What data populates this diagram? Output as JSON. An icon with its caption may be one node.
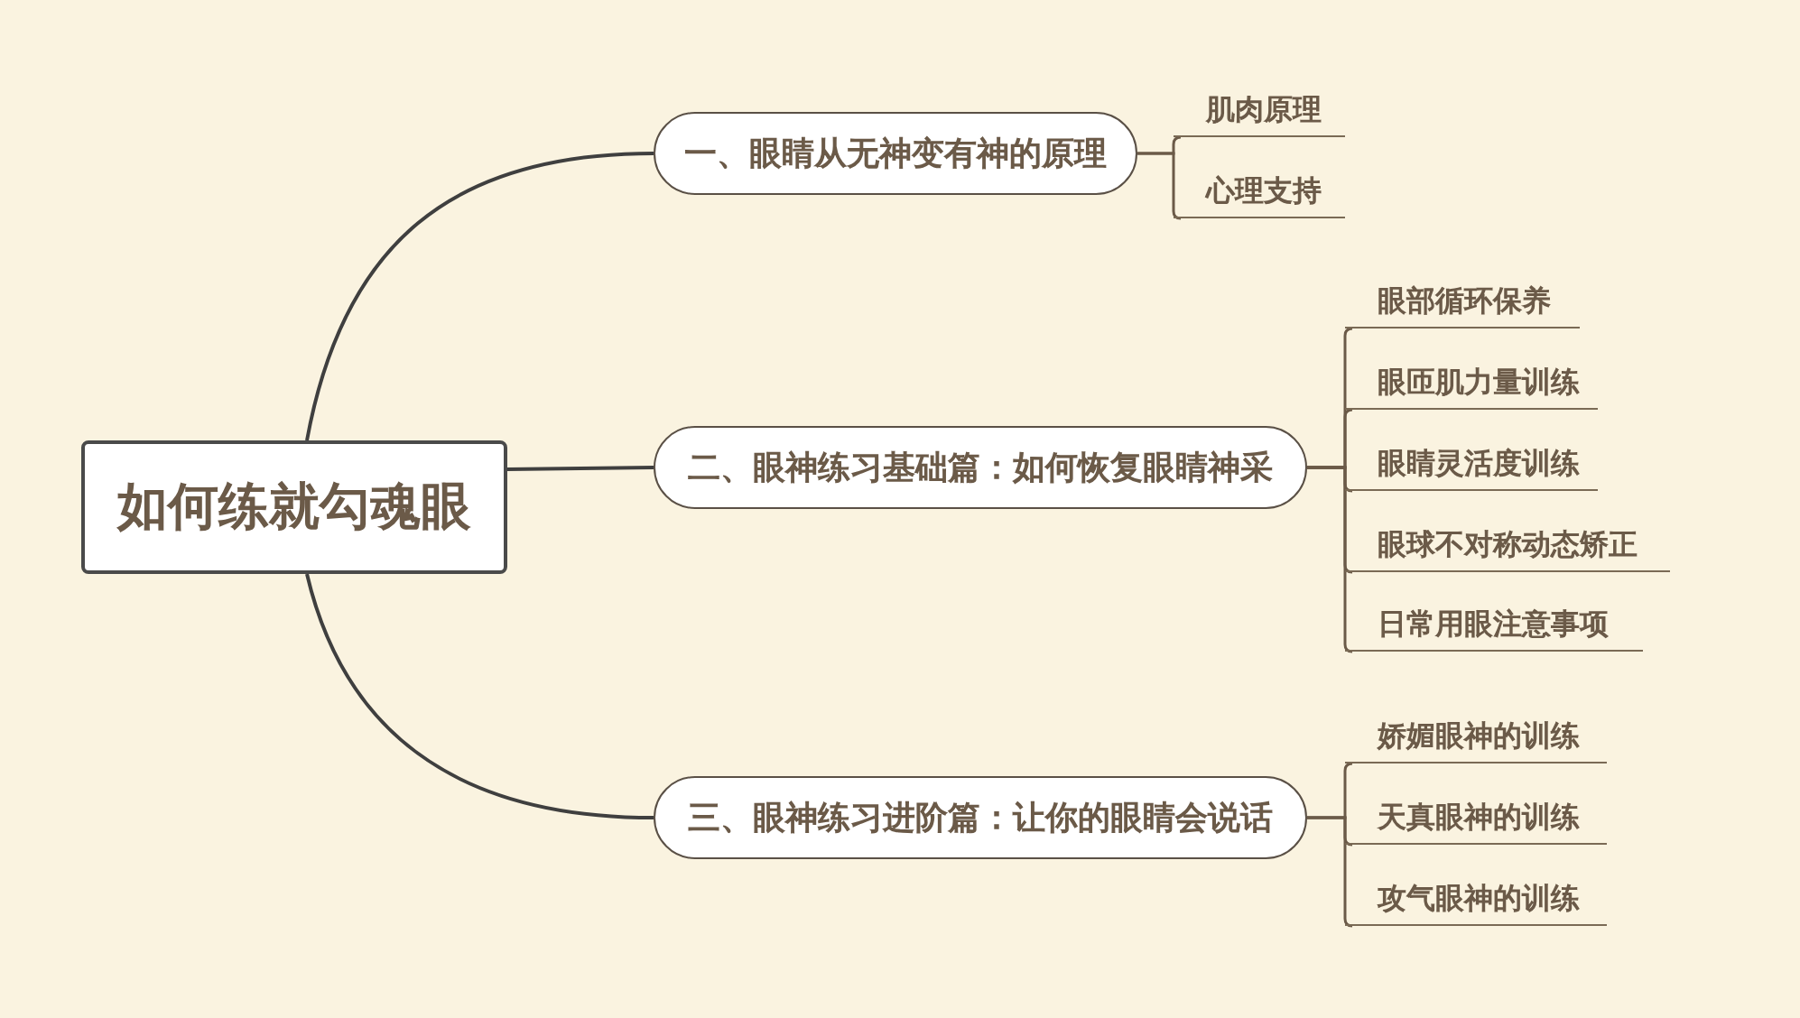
{
  "diagram": {
    "nodes": [
      {
        "text": [
          "如何练就勾魂眼"
        ]
      },
      {
        "text": [
          "一、眼睛从无神变有神的原理"
        ]
      },
      {
        "text": [
          "二、眼神练习基础篇：如何恢复眼睛神采"
        ]
      },
      {
        "text": [
          "三、眼神练习进阶篇：让你的眼睛会说话"
        ]
      },
      {
        "text": [
          "肌肉原理"
        ]
      },
      {
        "text": [
          "心理支持"
        ]
      },
      {
        "text": [
          "眼部循环保养"
        ]
      },
      {
        "text": [
          "眼匝肌力量训练"
        ]
      },
      {
        "text": [
          "眼睛灵活度训练"
        ]
      },
      {
        "text": [
          "眼球不对称动态矫正"
        ]
      },
      {
        "text": [
          "日常用眼注意事项"
        ]
      },
      {
        "text": [
          "娇媚眼神的训练"
        ]
      },
      {
        "text": [
          "天真眼神的训练"
        ]
      },
      {
        "text": [
          "攻气眼神的训练"
        ]
      }
    ],
    "edges": [
      {
        "from": 0,
        "to": 1,
        "arrow": "none"
      },
      {
        "from": 0,
        "to": 2,
        "arrow": "none"
      },
      {
        "from": 0,
        "to": 3,
        "arrow": "none"
      },
      {
        "from": 1,
        "to": 4,
        "arrow": "none"
      },
      {
        "from": 1,
        "to": 5,
        "arrow": "none"
      },
      {
        "from": 2,
        "to": 6,
        "arrow": "none"
      },
      {
        "from": 2,
        "to": 7,
        "arrow": "none"
      },
      {
        "from": 2,
        "to": 8,
        "arrow": "none"
      },
      {
        "from": 2,
        "to": 9,
        "arrow": "none"
      },
      {
        "from": 2,
        "to": 10,
        "arrow": "none"
      },
      {
        "from": 3,
        "to": 11,
        "arrow": "none"
      },
      {
        "from": 3,
        "to": 12,
        "arrow": "none"
      },
      {
        "from": 3,
        "to": 13,
        "arrow": "none"
      }
    ]
  }
}
